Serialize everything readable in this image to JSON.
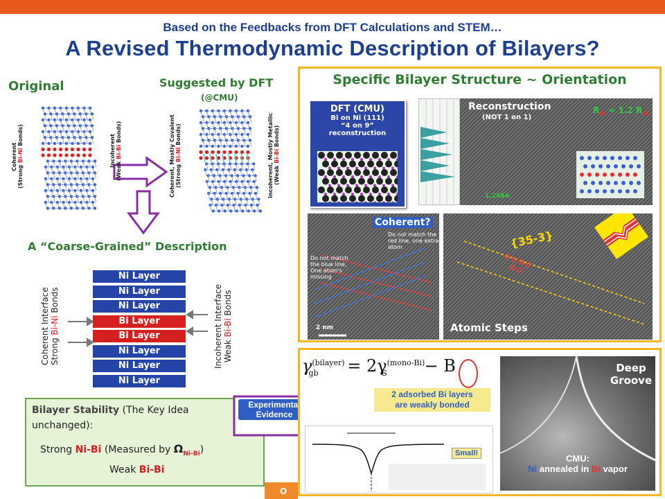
{
  "header": {
    "subtitle": "Based on the Feedbacks from DFT Calculations and STEM…",
    "title": "A Revised Thermodynamic Description of Bilayers?"
  },
  "left": {
    "original_label": "Original",
    "dft_label": "Suggested by DFT",
    "cmu_label": "(@CMU)",
    "coherent_line1": "Coherent",
    "coherent_line2_a": "(Strong ",
    "coherent_line2_b": "Bi-Ni",
    "coherent_line2_c": " Bonds)",
    "incoherent_line1": "Incoherent",
    "incoherent_line2_a": "(Weak ",
    "incoherent_line2_b": "Bi-Bi",
    "incoherent_line2_c": " Bonds)",
    "dft_coherent_line1": "Coherent, Mostly Covalent",
    "dft_coherent_line2_a": "(Strong ",
    "dft_coherent_line2_b": "Bi-Ni",
    "dft_coherent_line2_c": " Bonds)",
    "dft_incoherent_line1": "Incoherent, Mostly Metallic",
    "dft_incoherent_line2_a": "(Weak ",
    "dft_incoherent_line2_b": "Bi-Bi",
    "dft_incoherent_line2_c": " Bonds)",
    "coarse_label": "A “Coarse-Grained” Description",
    "layers": [
      "Ni Layer",
      "Ni Layer",
      "Ni Layer",
      "Bi Layer",
      "Bi Layer",
      "Ni Layer",
      "Ni Layer",
      "Ni Layer"
    ],
    "coh_iface_line1": "Coherent Interface",
    "coh_iface_line2_a": "Strong ",
    "coh_iface_line2_b": "Bi-Ni",
    "coh_iface_line2_c": " Bonds",
    "incoh_iface_line1": "Incoherent Interface",
    "incoh_iface_line2_a": "Weak ",
    "incoh_iface_line2_b": "Bi-Bi",
    "incoh_iface_line2_c": " Bonds"
  },
  "stability": {
    "heading": "Bilayer Stability",
    "heading_rest": " (The Key Idea",
    "line2": "unchanged):",
    "strong_a": "Strong ",
    "strong_b": "Ni-Bi",
    "strong_c": " (Measured by ",
    "omega": "Ω",
    "omega_sub": "Ni-Bi",
    "strong_d": ")",
    "weak_a": "Weak ",
    "weak_b": "Bi-Bi"
  },
  "arrow_label": "Experimental Evidence",
  "right_top": {
    "title": "Specific Bilayer Structure ~ Orientation",
    "dft_line1": "DFT (CMU)",
    "dft_line2": "Bi on Ni (111)",
    "dft_line3": "“4 on 9”",
    "dft_line4": "reconstruction",
    "recon_line1": "Reconstruction",
    "recon_line2": "(NOT 1 on 1)",
    "r_bi_label": "R",
    "r_bi_sub": "Bi",
    "r_eq": " ≈ 1.2 R",
    "r_ni_sub": "Ni",
    "scale_249": "1.249A",
    "coherent_q": "Coherent?",
    "note_red": "Do not match the red line, one extra atom",
    "note_blue": "Do not match the blue line, One atom's missing",
    "scale_2nm": "2 nm",
    "miller": "{35-3}",
    "atomic_steps": "Atomic Steps"
  },
  "right_bottom": {
    "eq_lhs": "γ",
    "eq_lhs_sup": "(bilayer)",
    "eq_lhs_sub": "gb",
    "eq_mid": " = 2γ",
    "eq_mid_sup": "(mono-Bi)",
    "eq_mid_sub": "S",
    "eq_rhs": " − B",
    "adsorbed_line1": "2 adsorbed Bi layers",
    "adsorbed_line2": "are weakly bonded",
    "small_label": "Small!",
    "groove_line1": "Deep",
    "groove_line2": "Groove",
    "cmu_line1": "CMU:",
    "cmu_line2_a": "Ni",
    "cmu_line2_b": " annealed in ",
    "cmu_line2_c": "Bi",
    "cmu_line2_d": " vapor"
  },
  "footer_text": "O",
  "colors": {
    "title_blue": "#1c3f94",
    "green": "#2f7d32",
    "ni_blue": "#2444a8",
    "bi_red": "#d62020",
    "gold_border": "#f2b722",
    "orange_bar": "#e85a1a"
  }
}
